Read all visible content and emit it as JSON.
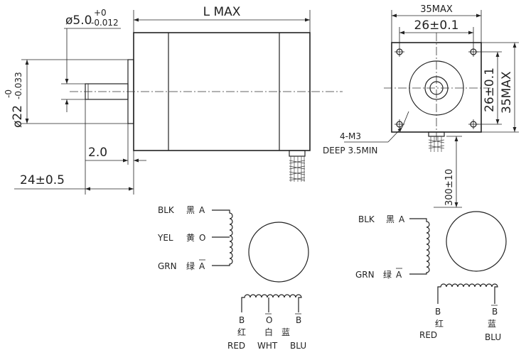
{
  "dimensions": {
    "length": "L MAX",
    "shaft_dia_main": "ø5.0",
    "shaft_dia_tol_upper": "+0",
    "shaft_dia_tol_lower": "-0.012",
    "pilot_dia_main": "ø22",
    "pilot_dia_tol_upper": "-0",
    "pilot_dia_tol_lower": "-0.033",
    "pilot_height": "2.0",
    "shaft_length": "24±0.5",
    "flange_width": "35MAX",
    "hole_spacing_x": "26±0.1",
    "hole_spacing_y": "26±0.1",
    "flange_height": "35MAX",
    "mount_holes": "4-M3",
    "hole_depth": "DEEP 3.5MIN",
    "lead_length": "300±10"
  },
  "wiring_left": {
    "top_label": "BLK",
    "top_cn": "黑",
    "top_phase": "A",
    "mid_label": "YEL",
    "mid_cn": "黄",
    "mid_phase": "O",
    "bot_label": "GRN",
    "bot_cn": "绿",
    "bot_phase": "A",
    "left_phase": "B",
    "left_cn": "红",
    "left_label": "RED",
    "center_phase": "O",
    "center_cn": "白",
    "center_label": "WHT",
    "right_phase": "B",
    "right_cn": "蓝",
    "right_label": "BLU"
  },
  "wiring_right": {
    "top_label": "BLK",
    "top_cn": "黑",
    "top_phase": "A",
    "bot_label": "GRN",
    "bot_cn": "绿",
    "bot_phase": "A",
    "left_phase": "B",
    "left_cn": "红",
    "left_label": "RED",
    "right_phase": "B",
    "right_cn": "蓝",
    "right_label": "BLU"
  }
}
